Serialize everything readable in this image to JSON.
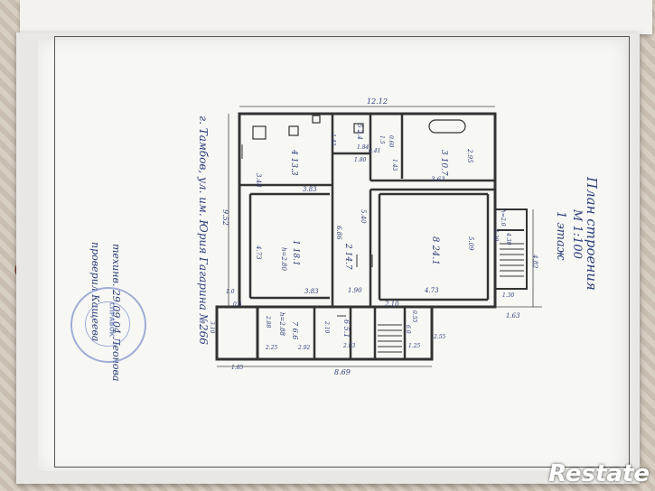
{
  "plan": {
    "title_line1": "План строения",
    "title_line2": "М 1:100",
    "title_line3": "1 этаж",
    "address": "г. Тамбов, ул. им. Юрия Гагарина №266",
    "technician": "техинв. 29.09.04 Леонова",
    "checked": "проверил Кащеева",
    "stamp": "СПРАВОК"
  },
  "dimensions": {
    "overall_top": "12.12",
    "overall_left": "9.52",
    "overall_bottom": "8.69",
    "right_total": "4.82",
    "room4_h": "3.48",
    "room4_w": "3.83",
    "room3_h": "2.95",
    "room3_w": "3.63",
    "room1_h": "4.73",
    "room1_w": "3.83",
    "room2_len": "6.86",
    "room2_w": "5.40",
    "room8_w": "4.73",
    "room8_h": "5.09",
    "bath_a": "1.42",
    "bath_b": "1.84",
    "bath_c": "1.80",
    "bath_d": "0.41",
    "bath_e": "0.60",
    "bath_f": "1.5",
    "bath_g": "1.43",
    "corridor_w": "1.90",
    "stair_w": "2.10",
    "porch_a": "4.30",
    "porch_b": "1.20",
    "porch_c": "1.30",
    "porch_d": "1.63",
    "entry_a": "1.0",
    "entry_b": "0.5",
    "entry_c": "3.10",
    "entry_d": "2.25",
    "entry_e": "2.92",
    "entry_f": "2.03",
    "entry_g": "1.25",
    "entry_h": "2.55",
    "entry_i": "1.85",
    "entry_j": "0.55",
    "entry_k": "6.0",
    "entry_l": "2.10",
    "entry_m": "2.88"
  },
  "rooms": [
    {
      "num": "4",
      "area": "13.3"
    },
    {
      "num": "3",
      "area": "10.7"
    },
    {
      "num": "1",
      "area": "18.1"
    },
    {
      "num": "2",
      "area": "14.7"
    },
    {
      "num": "8",
      "area": "24.1"
    },
    {
      "num": "5",
      "area": "2.4"
    },
    {
      "num": "7",
      "area": "6.6"
    },
    {
      "num": "6",
      "area": "5.1"
    }
  ],
  "room_extra": {
    "room1_sub": "h=2.80",
    "room7_sub": "h=2.88",
    "porch_sub": "h=2.0"
  },
  "watermark": "Restate",
  "colors": {
    "ink": "#2c3e7a",
    "line": "#333333",
    "paper": "#f7f7f4"
  }
}
